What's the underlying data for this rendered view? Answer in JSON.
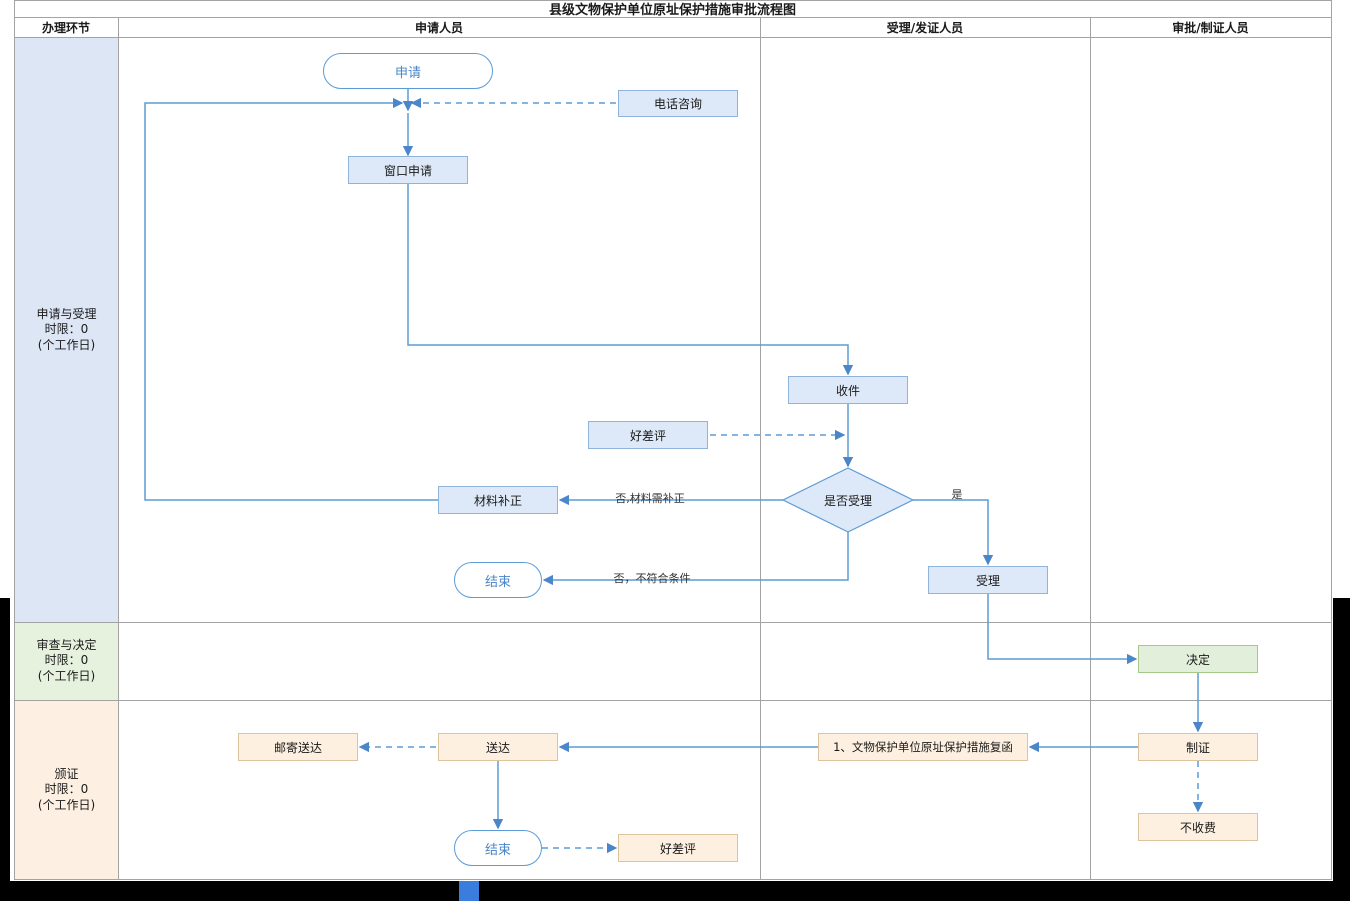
{
  "title": "县级文物保护单位原址保护措施审批流程图",
  "headers": {
    "stage": "办理环节",
    "applicant": "申请人员",
    "acceptance": "受理/发证人员",
    "approval": "审批/制证人员"
  },
  "lanes": [
    {
      "label": "申请与受理\n时限：0\n(个工作日)"
    },
    {
      "label": "审查与决定\n时限：0\n(个工作日)"
    },
    {
      "label": "颁证\n时限：0\n(个工作日)"
    }
  ],
  "nodes": {
    "apply": "申请",
    "phone_consult": "电话咨询",
    "window_apply": "窗口申请",
    "receive": "收件",
    "review_top": "好差评",
    "decision": "是否受理",
    "supplement": "材料补正",
    "end_top": "结束",
    "accept": "受理",
    "decide": "决定",
    "make_cert": "制证",
    "no_fee": "不收费",
    "reply_doc": "1、文物保护单位原址保护措施复函",
    "deliver": "送达",
    "mail_deliver": "邮寄送达",
    "end_bottom": "结束",
    "review_bottom": "好差评"
  },
  "edge_labels": {
    "no_supplement": "否,材料需补正",
    "no_reject": "否，不符合条件",
    "yes": "是"
  },
  "colors": {
    "flow_line": "#5b9bd5",
    "box_blue": "#dde9f8",
    "box_green": "#e2efda",
    "box_orange": "#fdf0e0",
    "lane_blue_bg": "#dce6f5",
    "lane_green_bg": "#e6f2de",
    "lane_orange_bg": "#fdf0e2",
    "bottom_square": "#3b7ddd"
  }
}
